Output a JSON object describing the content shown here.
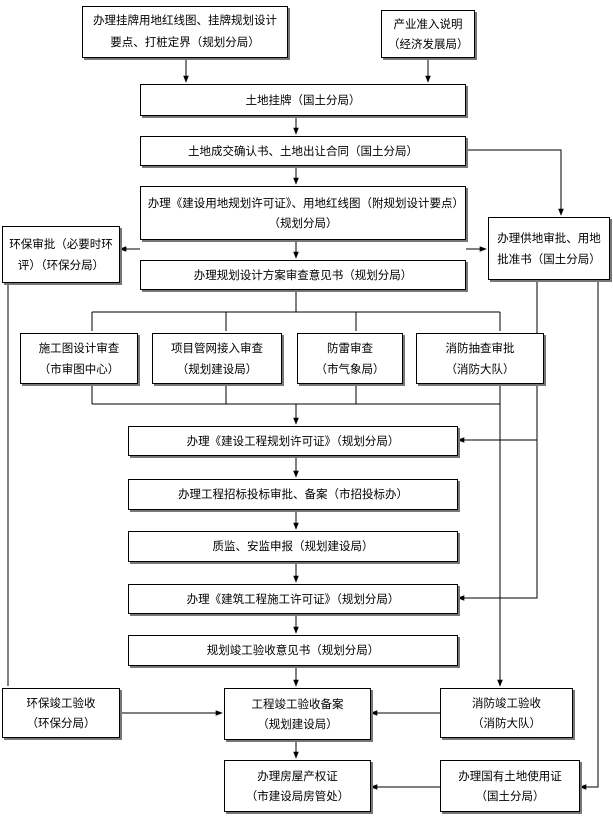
{
  "nodes": {
    "n1": "办理挂牌用地红线图、挂牌规划设计要点、打桩定界（规划分局）",
    "n2a": "产业准入说明",
    "n2b": "（经济发展局）",
    "n3": "土地挂牌（国土分局）",
    "n4": "土地成交确认书、土地出让合同（国土分局）",
    "n5": "办理《建设用地规划许可证》、用地红线图（附规划设计要点）（规划分局）",
    "n6": "环保审批（必要时环评）（环保分局）",
    "n7": "办理供地审批、用地批准书（国土分局）",
    "n8": "办理规划设计方案审查意见书（规划分局）",
    "n9a": "施工图设计审查",
    "n9b": "（市审图中心）",
    "n10a": "项目管网接入审查",
    "n10b": "（规划建设局）",
    "n11a": "防雷审查",
    "n11b": "（市气象局）",
    "n12a": "消防抽查审批",
    "n12b": "（消防大队）",
    "n13": "办理《建设工程规划许可证》（规划分局）",
    "n14": "办理工程招标投标审批、备案（市招投标办）",
    "n15": "质监、安监申报（规划建设局）",
    "n16": "办理《建筑工程施工许可证》（规划分局）",
    "n17": "规划竣工验收意见书（规划分局）",
    "n18a": "环保竣工验收",
    "n18b": "（环保分局）",
    "n19a": "工程竣工验收备案",
    "n19b": "（规划建设局）",
    "n20a": "消防竣工验收",
    "n20b": "（消防大队）",
    "n21a": "办理房屋产权证",
    "n21b": "（市建设局房管处）",
    "n22a": "办理国有土地使用证",
    "n22b": "（国土分局）"
  },
  "colors": {
    "line": "#000000",
    "shadow": "#777777"
  }
}
